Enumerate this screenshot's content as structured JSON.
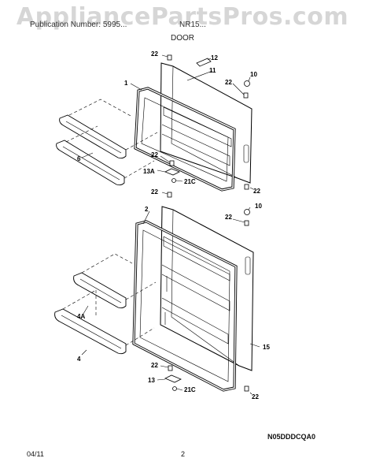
{
  "header": {
    "watermark": "AppliancePartsPros.com",
    "publication": "Publication Number: 5995...",
    "model": "NR15...",
    "section": "DOOR"
  },
  "callouts": {
    "top": {
      "p22a": "22",
      "p12": "12",
      "p11": "11",
      "p10": "10",
      "p22b": "22",
      "p1": "1",
      "p6": "6",
      "p22c": "22",
      "p13a": "13A",
      "p21c": "21C",
      "p22d": "22"
    },
    "bottom": {
      "p22a": "22",
      "p2": "2",
      "p10": "10",
      "p22b": "22",
      "p4a": "4A",
      "p4": "4",
      "p15": "15",
      "p22c": "22",
      "p13": "13",
      "p21c": "21C",
      "p22d": "22"
    }
  },
  "footer": {
    "diagram_code": "N05DDDCQA0",
    "date": "04/11",
    "page": "2"
  },
  "colors": {
    "line": "#000000",
    "watermark": "#b4b4b4"
  }
}
